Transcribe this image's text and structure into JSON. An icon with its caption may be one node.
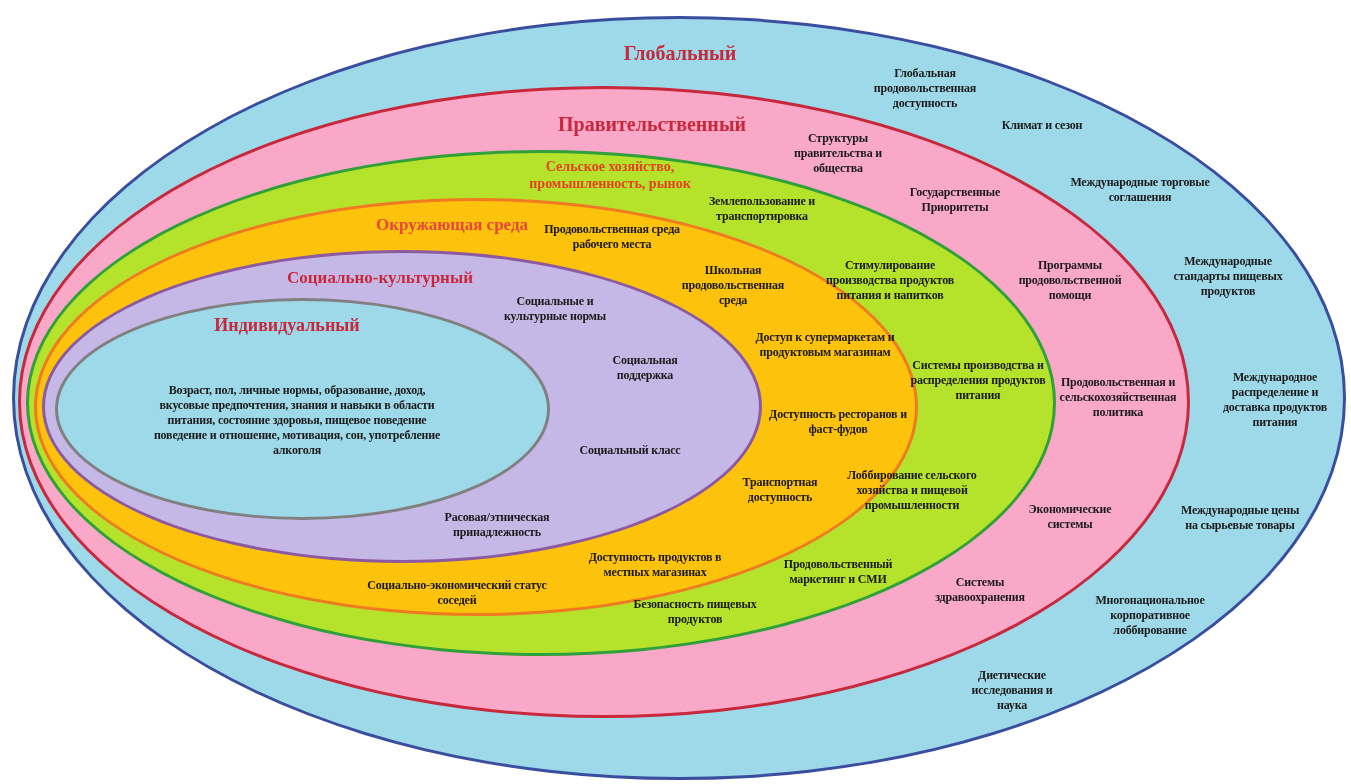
{
  "diagram": {
    "nodes": [
      {
        "text": [
          "Глобальный"
        ]
      },
      {
        "text": [
          "Правительственный"
        ],
        "in": 0
      },
      {
        "text": [
          "Сельское хозяйство, промышленность, рынок"
        ],
        "in": 1
      },
      {
        "text": [
          "Окружающая среда"
        ],
        "in": 2
      },
      {
        "text": [
          "Социально-культурный"
        ],
        "in": 3
      },
      {
        "text": [
          "Индивидуальный",
          "Возраст, пол, личные нормы, образование, доход, вкусовые предпочтения, знания и навыки в области питания, состояние здоровья, пищевое поведение поведение и отношение, мотивация, сон, употребление алкоголя"
        ],
        "in": 4
      }
    ],
    "labels": [
      "Глобальная продовольственная доступность",
      "Климат и сезон",
      "Международные торговые соглашения",
      "Международные стандарты пищевых продуктов",
      "Международное распределение и доставка продуктов питания",
      "Международные цены на сырьевые товары",
      "Многонациональное корпоративное лоббирование",
      "Диетические исследования и наука",
      "Структуры правительства и общества",
      "Государственные Приоритеты",
      "Программы продовольственной помощи",
      "Продовольственная и сельскохозяйственная политика",
      "Экономические системы",
      "Системы здравоохранения",
      "Землепользование и транспортировка",
      "Стимулирование производства продуктов питания и напитков",
      "Системы производства и распределения продуктов питания",
      "Лоббирование сельского хозяйства и пищевой промышленности",
      "Продовольственный маркетинг и СМИ",
      "Безопасность пищевых продуктов",
      "Продовольственная среда рабочего места",
      "Школьная продовольственная среда",
      "Доступ к супермаркетам и продуктовым магазинам",
      "Доступность ресторанов и фаст-фудов",
      "Транспортная доступность",
      "Доступность продуктов в местных магазинах",
      "Социально-экономический статус соседей",
      "Социальные и культурные нормы",
      "Социальная поддержка",
      "Социальный класс",
      "Расовая/этническая принадлежность"
    ]
  }
}
